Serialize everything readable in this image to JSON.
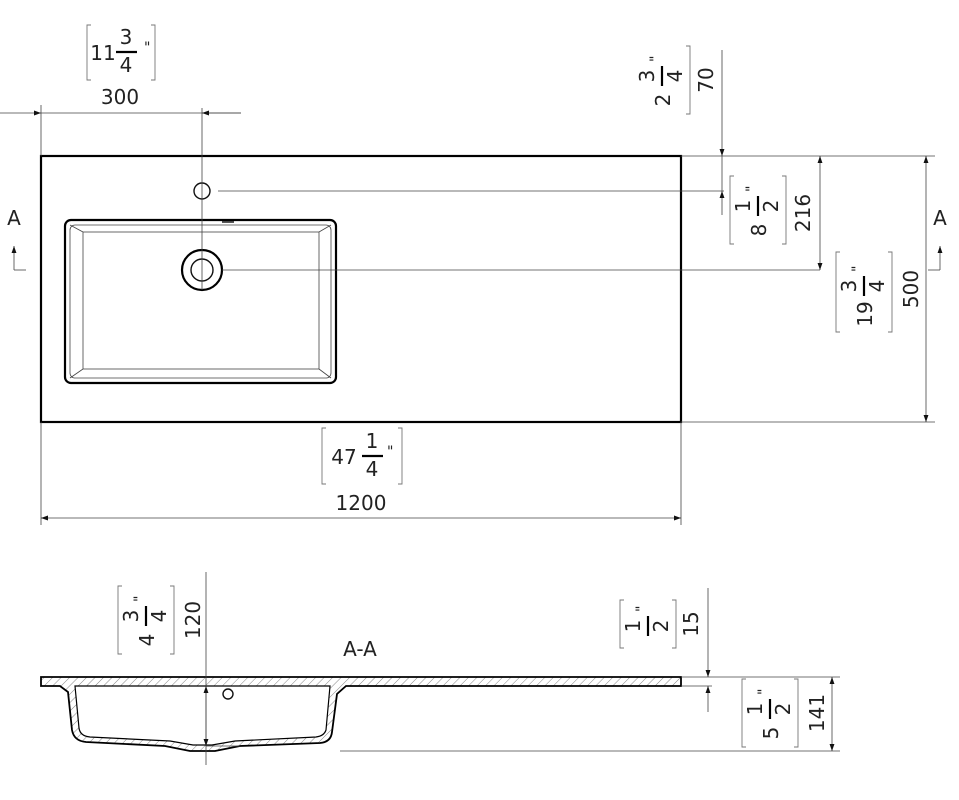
{
  "top_view": {
    "section_marker_left": "A",
    "section_marker_right": "A",
    "dim_tap_offset": {
      "mm": "300",
      "in_whole": "11",
      "in_num": "3",
      "in_den": "4",
      "in_unit": "\""
    },
    "dim_edge_to_tap": {
      "mm": "70",
      "in_whole": "2",
      "in_num": "3",
      "in_den": "4",
      "in_unit": "\""
    },
    "dim_tap_to_drain": {
      "mm": "216",
      "in_whole": "8",
      "in_num": "1",
      "in_den": "2",
      "in_unit": "\""
    },
    "dim_edge_to_drain": {
      "in_whole": "19",
      "in_num": "3",
      "in_den": "4",
      "in_unit": "\""
    },
    "dim_depth": {
      "mm": "500"
    },
    "dim_width": {
      "mm": "1200",
      "in_whole": "47",
      "in_num": "1",
      "in_den": "4",
      "in_unit": "\""
    }
  },
  "section_view": {
    "title": "A-A",
    "dim_bowl_depth": {
      "mm": "120",
      "in_whole": "4",
      "in_num": "3",
      "in_den": "4",
      "in_unit": "\""
    },
    "dim_slab": {
      "mm": "15",
      "in_num": "1",
      "in_den": "2",
      "in_unit": "\""
    },
    "dim_total_height": {
      "mm": "141",
      "in_whole": "5",
      "in_num": "1",
      "in_den": "2",
      "in_unit": "\""
    }
  }
}
